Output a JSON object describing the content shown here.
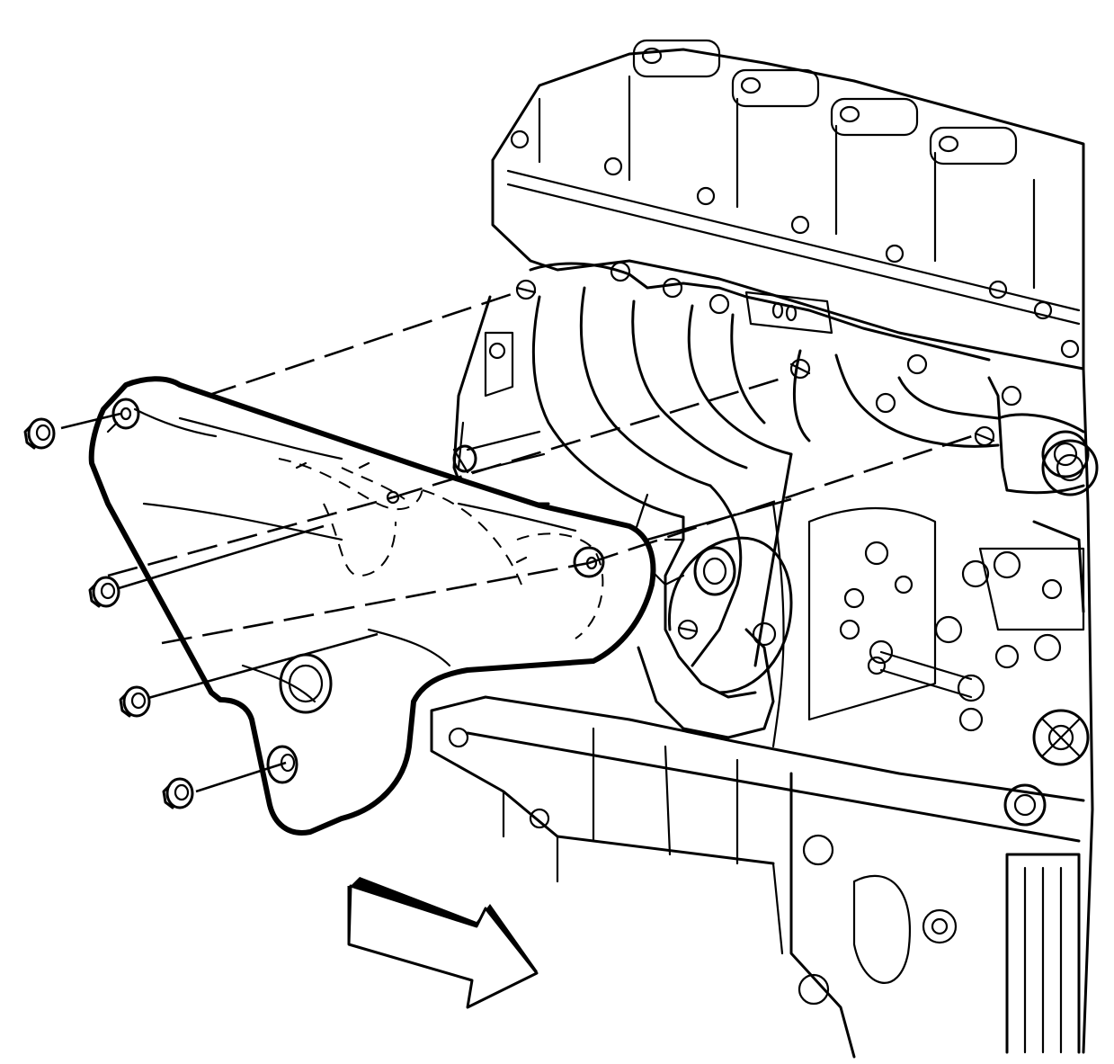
{
  "diagram": {
    "parts": [
      {
        "id": "engine",
        "icon": "engine-block-icon"
      },
      {
        "id": "exhaust-manifold",
        "icon": "exhaust-manifold-icon"
      },
      {
        "id": "heat-shield",
        "icon": "heat-shield-icon"
      },
      {
        "id": "nuts",
        "count": 4,
        "icon": "nut-icon"
      },
      {
        "id": "direction-arrow",
        "icon": "front-arrow-icon"
      }
    ],
    "colors": {
      "line": "#000000",
      "background": "#ffffff"
    }
  }
}
